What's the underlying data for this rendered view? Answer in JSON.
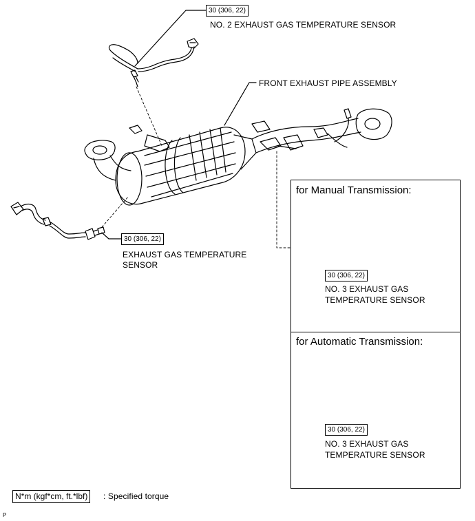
{
  "callouts": {
    "no2_sensor": {
      "torque": "30 (306, 22)",
      "label": "NO. 2 EXHAUST GAS TEMPERATURE SENSOR"
    },
    "front_pipe": {
      "label": "FRONT EXHAUST PIPE ASSEMBLY"
    },
    "exhaust_sensor": {
      "torque": "30 (306, 22)",
      "label_line1": "EXHAUST GAS TEMPERATURE",
      "label_line2": "SENSOR"
    }
  },
  "panels": {
    "manual": {
      "title": "for Manual Transmission:",
      "torque": "30 (306, 22)",
      "label_line1": "NO. 3 EXHAUST GAS",
      "label_line2": "TEMPERATURE SENSOR"
    },
    "automatic": {
      "title": "for Automatic Transmission:",
      "torque": "30 (306, 22)",
      "label_line1": "NO. 3 EXHAUST GAS",
      "label_line2": "TEMPERATURE SENSOR"
    }
  },
  "legend": {
    "unit": "N*m (kgf*cm, ft.*lbf)",
    "text": ": Specified torque"
  },
  "footer_mark": "P"
}
